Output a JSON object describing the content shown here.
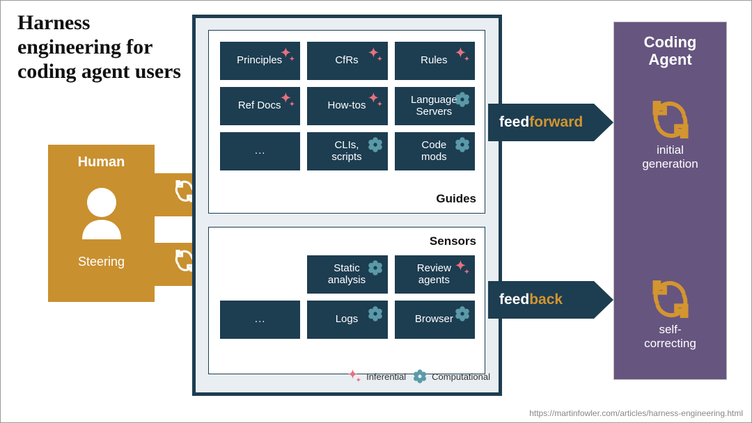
{
  "title": "Harness\nengineering for\ncoding agent\nusers",
  "human": {
    "title": "Human",
    "subtitle": "Steering",
    "avatar_icon": "person-icon",
    "loop_icon_top": "refresh-loop-icon",
    "loop_icon_bottom": "refresh-loop-icon"
  },
  "guides": {
    "label": "Guides",
    "cards": [
      {
        "label": "Principles",
        "icon": "sparkle-icon",
        "kind": "inferential"
      },
      {
        "label": "CfRs",
        "icon": "sparkle-icon",
        "kind": "inferential"
      },
      {
        "label": "Rules",
        "icon": "sparkle-icon",
        "kind": "inferential"
      },
      {
        "label": "Ref Docs",
        "icon": "sparkle-icon",
        "kind": "inferential"
      },
      {
        "label": "How-tos",
        "icon": "sparkle-icon",
        "kind": "inferential"
      },
      {
        "label": "Language\nServers",
        "icon": "gear-icon",
        "kind": "computational"
      },
      {
        "label": "...",
        "icon": "",
        "kind": "none"
      },
      {
        "label": "CLIs,\nscripts",
        "icon": "gear-icon",
        "kind": "computational"
      },
      {
        "label": "Code\nmods",
        "icon": "gear-icon",
        "kind": "computational"
      }
    ]
  },
  "sensors": {
    "label": "Sensors",
    "cards": [
      {
        "label": "",
        "icon": "",
        "kind": "blank"
      },
      {
        "label": "Static\nanalysis",
        "icon": "gear-icon",
        "kind": "computational"
      },
      {
        "label": "Review\nagents",
        "icon": "sparkle-icon",
        "kind": "inferential"
      },
      {
        "label": "...",
        "icon": "",
        "kind": "none"
      },
      {
        "label": "Logs",
        "icon": "gear-icon",
        "kind": "computational"
      },
      {
        "label": "Browser",
        "icon": "gear-icon",
        "kind": "computational"
      }
    ]
  },
  "legend": [
    {
      "label": "Inferential",
      "icon": "sparkle-icon"
    },
    {
      "label": "Computational",
      "icon": "gear-icon"
    }
  ],
  "arrows": {
    "feedforward": {
      "prefix": "feed",
      "suffix": "forward"
    },
    "feedback": {
      "prefix": "feed",
      "suffix": "back"
    }
  },
  "agent": {
    "title": "Coding\nAgent",
    "stages": [
      {
        "label": "initial\ngeneration",
        "icon": "refresh-loop-icon"
      },
      {
        "label": "self-\ncorrecting",
        "icon": "refresh-loop-icon"
      }
    ]
  },
  "source_url": "https://martinfowler.com/articles/harness-engineering.html",
  "colors": {
    "navy": "#1d3d51",
    "gold": "#c9902f",
    "purple": "#66557f",
    "pink": "#e5717f",
    "teal": "#5a9aa8",
    "panel_bg": "#e9eef2"
  }
}
